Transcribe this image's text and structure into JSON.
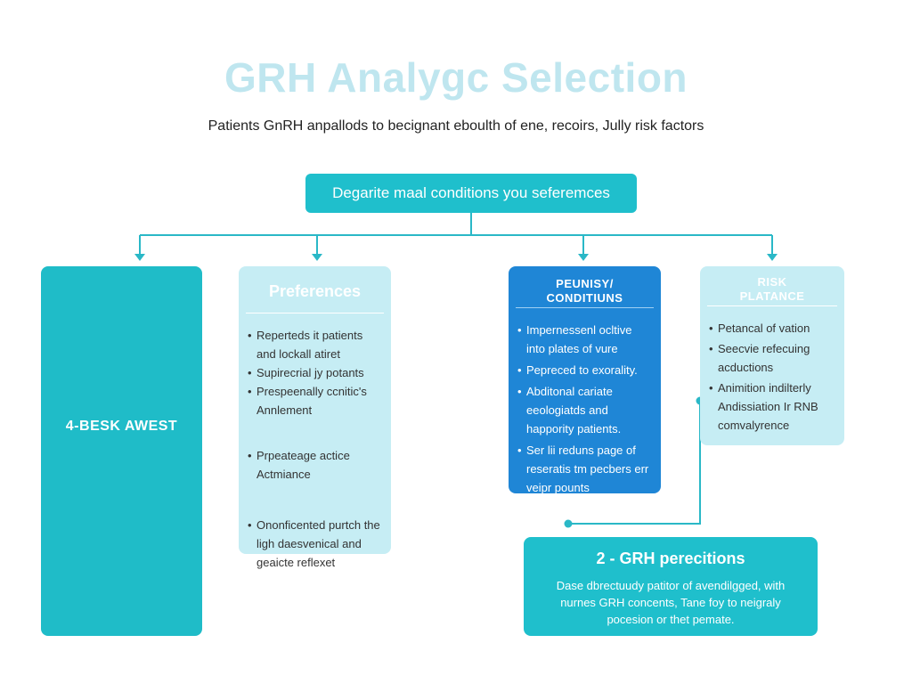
{
  "title": "GRH Analygc Selection",
  "subtitle": "Patients GnRH anpallods to becignant eboulth of ene, recoirs, Jully risk factors",
  "top_box": "Degarite maal conditions you seferemces",
  "card_a": {
    "label": "4-BESK AWEST"
  },
  "card_b": {
    "heading": "Preferences",
    "items": [
      "Reperteds it patients and lockall atiret",
      "Supirecrial jy potants",
      "Prespeenally ccnitic's Annlement",
      "Prpeateage actice Actmiance",
      "Ononficented purtch the ligh daesvenical and geaicte reflexet"
    ]
  },
  "card_c": {
    "heading_line1": "PEUNISY/",
    "heading_line2": "CONDITIUNS",
    "items": [
      "Impernessenl ocltive into plates of vure",
      "Pepreced to exorality.",
      "Abditonal cariate eeologiatds and happority patients.",
      "Ser lii reduns page of reseratis tm pecbers err veipr pounts"
    ]
  },
  "card_d": {
    "heading_line1": "RISK",
    "heading_line2": "PLATANCE",
    "items": [
      "Petancal of vation",
      "Seecvie refecuing acductions",
      "Animition indilterly Andissiation Ir RNB comvalyrence"
    ]
  },
  "bottom_box": {
    "title": "2 - GRH perecitions",
    "body": "Dase dbrectuudy patitor of avendilgged, with nurnes GRH concents, Tane foy to neigraly pocesion or thet pemate."
  },
  "colors": {
    "teal": "#1fbfcc",
    "light_teal": "#c6edf4",
    "blue": "#1f86d6",
    "title_color": "#bfe6ef"
  }
}
